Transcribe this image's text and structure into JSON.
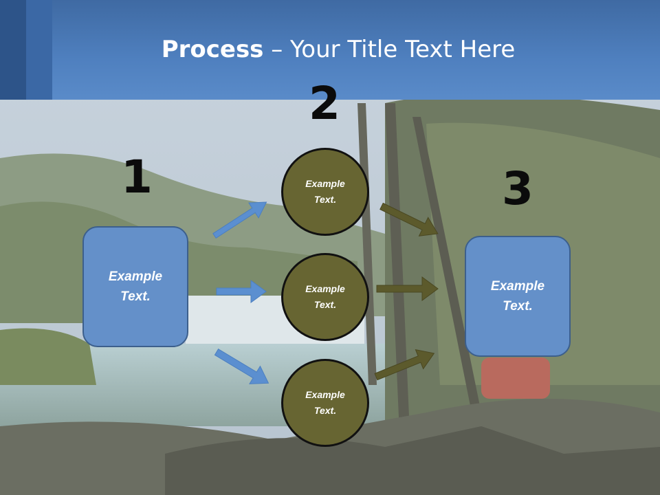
{
  "slide": {
    "title_bold": "Process",
    "title_rest": " – Your Title Text Here"
  },
  "steps": {
    "step1": {
      "number": "1",
      "text": "Example\nText."
    },
    "step2": {
      "number": "2",
      "items": [
        "Example\nText.",
        "Example\nText.",
        "Example\nText."
      ]
    },
    "step3": {
      "number": "3",
      "text": "Example\nText."
    }
  },
  "colors": {
    "header": "#4f80bf",
    "box_fill": "#6490c9",
    "circle_fill": "#676532",
    "arrow_blue": "#5b8fd0",
    "arrow_olive": "#5c5a2c"
  }
}
